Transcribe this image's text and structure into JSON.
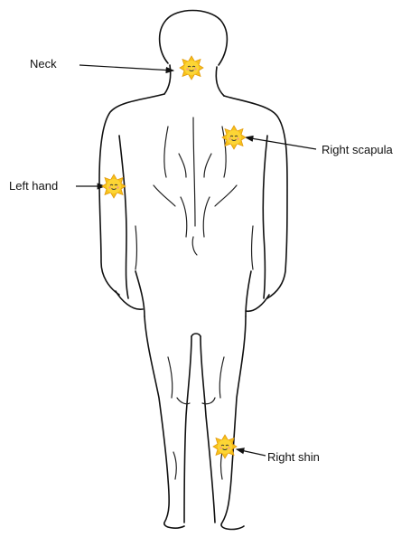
{
  "diagram": {
    "colors": {
      "outline": "#111111",
      "marker_fill": "#f7c21b",
      "marker_edge": "#e39b0b",
      "background": "#ffffff"
    },
    "marker_icon": "sun-face-icon",
    "annotations": [
      {
        "id": "neck",
        "label": "Neck"
      },
      {
        "id": "right-scapula",
        "label": "Right scapula"
      },
      {
        "id": "left-hand",
        "label": "Left hand"
      },
      {
        "id": "right-shin",
        "label": "Right shin"
      }
    ]
  }
}
